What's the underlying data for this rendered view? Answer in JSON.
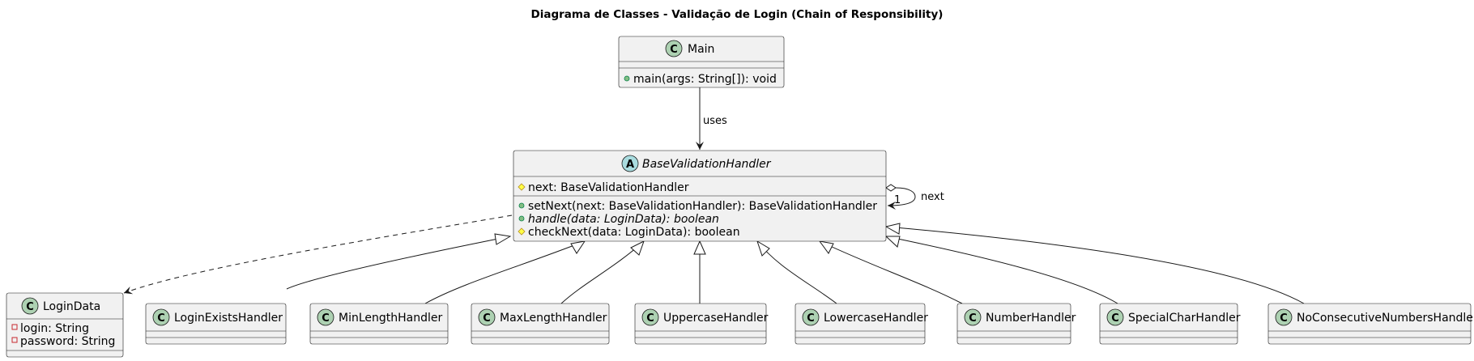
{
  "diagram": {
    "title": "Diagrama de Classes - Validação de Login (Chain of Responsibility)",
    "classes": {
      "main": {
        "stereotype_letter": "C",
        "name": "Main",
        "methods": [
          "main(args: String[]): void"
        ]
      },
      "base": {
        "stereotype_letter": "A",
        "name": "BaseValidationHandler",
        "fields": [
          "next: BaseValidationHandler"
        ],
        "methods": [
          "setNext(next: BaseValidationHandler): BaseValidationHandler",
          "handle(data: LoginData): boolean",
          "checkNext(data: LoginData): boolean"
        ]
      },
      "login_data": {
        "stereotype_letter": "C",
        "name": "LoginData",
        "fields": [
          "login: String",
          "password: String"
        ]
      },
      "handlers": [
        {
          "letter": "C",
          "name": "LoginExistsHandler"
        },
        {
          "letter": "C",
          "name": "MinLengthHandler"
        },
        {
          "letter": "C",
          "name": "MaxLengthHandler"
        },
        {
          "letter": "C",
          "name": "UppercaseHandler"
        },
        {
          "letter": "C",
          "name": "LowercaseHandler"
        },
        {
          "letter": "C",
          "name": "NumberHandler"
        },
        {
          "letter": "C",
          "name": "SpecialCharHandler"
        },
        {
          "letter": "C",
          "name": "NoConsecutiveNumbersHandler"
        }
      ]
    },
    "relations": {
      "uses_label": "uses",
      "next_label": "next",
      "next_multiplicity": "1"
    },
    "colors": {
      "class_fill": "#f1f1f1",
      "class_stroke": "#181818",
      "class_circle": "#add1b2",
      "abstract_circle": "#a9dcdf",
      "public_visibility": "#84be84",
      "protected_visibility": "#ffff44"
    }
  }
}
